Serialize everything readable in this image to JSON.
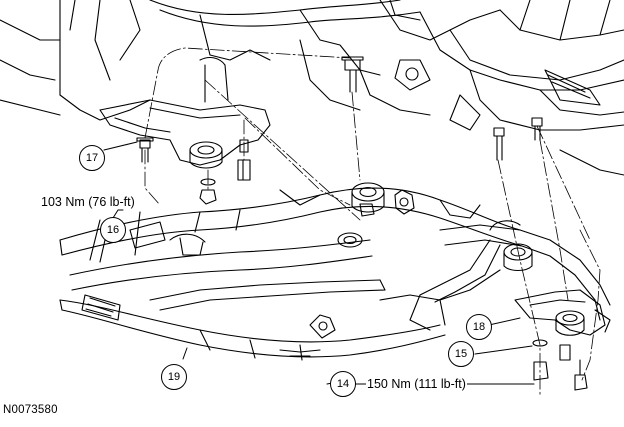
{
  "callouts": {
    "c14": "14",
    "c15": "15",
    "c16": "16",
    "c17": "17",
    "c18": "18",
    "c19": "19"
  },
  "torque_specs": {
    "front_bolt": "103 Nm (76 lb-ft)",
    "rear_bolt": "150 Nm (111 lb-ft)"
  },
  "reference_code": "N0073580",
  "colors": {
    "line": "#000000",
    "background": "#ffffff"
  }
}
